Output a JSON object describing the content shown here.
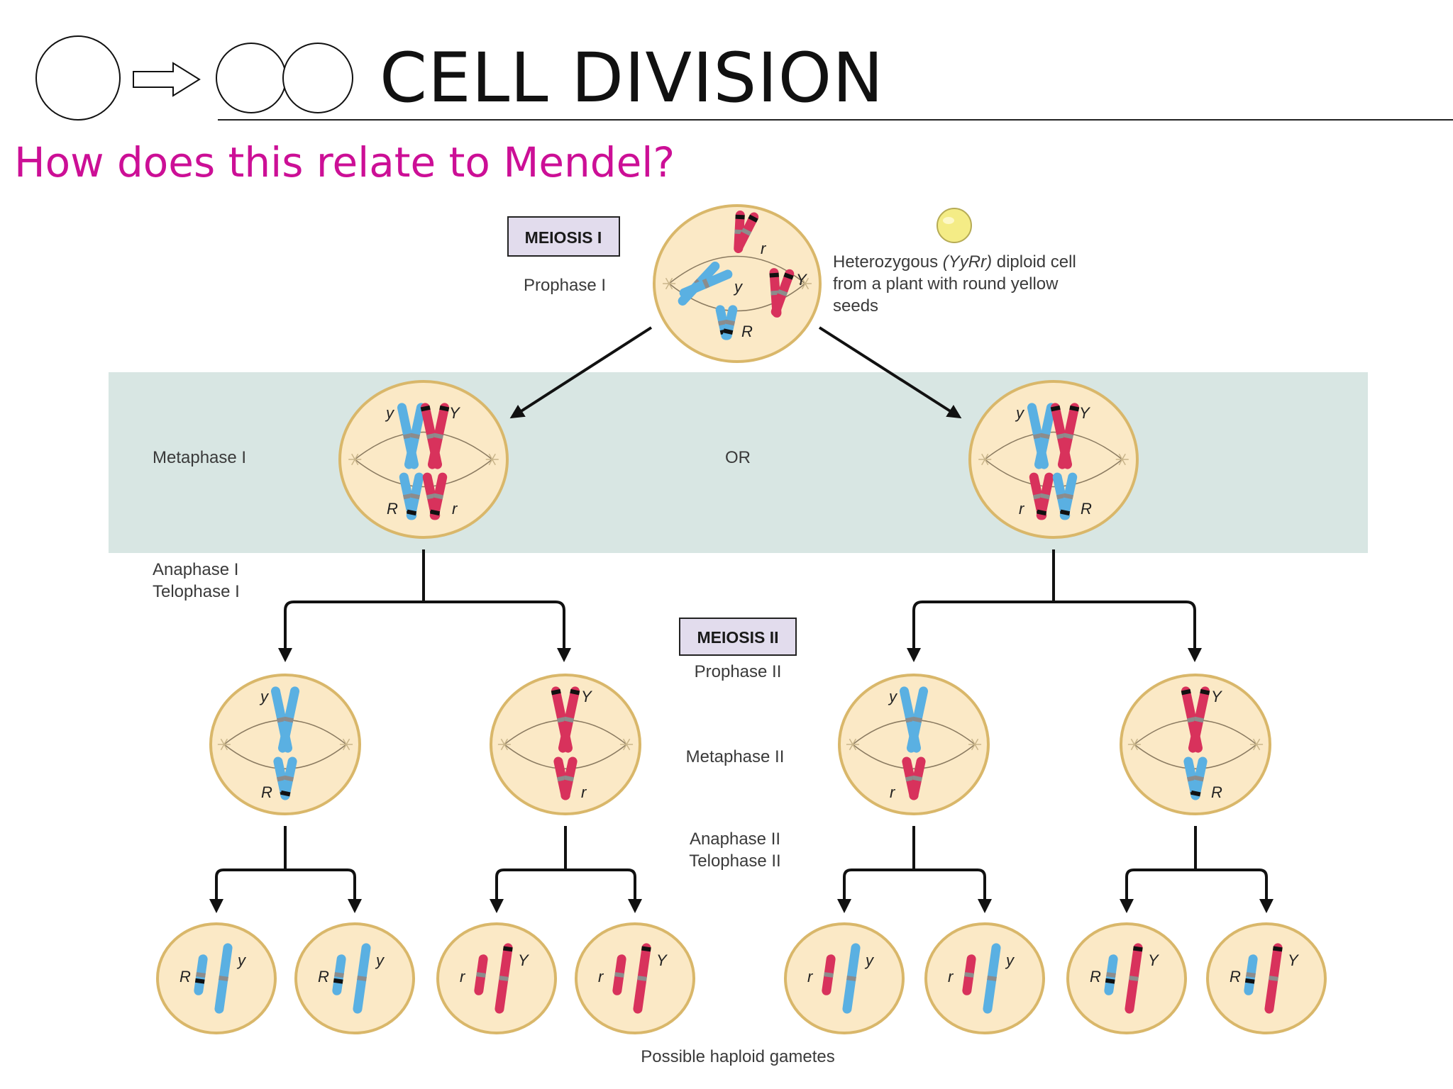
{
  "header": {
    "title": "CELL DIVISION",
    "subtitle": "How does this relate to Mendel?"
  },
  "diagram": {
    "meiosis_1_label": "MEIOSIS I",
    "meiosis_2_label": "MEIOSIS II",
    "prophase_1": "Prophase I",
    "metaphase_1": "Metaphase I",
    "anaphase_1": "Anaphase I",
    "telophase_1": "Telophase I",
    "or_label": "OR",
    "prophase_2": "Prophase II",
    "metaphase_2": "Metaphase II",
    "anaphase_2": "Anaphase II",
    "telophase_2": "Telophase II",
    "diploid_caption_line1_pre": "Heterozygous ",
    "diploid_caption_line1_italic": "(YyRr)",
    "diploid_caption_line1_post": " diploid cell",
    "diploid_caption_line2": "from a plant with round yellow",
    "diploid_caption_line3": "seeds",
    "gametes_label": "Possible haploid gametes",
    "alleles": {
      "Y": "Y",
      "y": "y",
      "R": "R",
      "r": "r"
    }
  },
  "colors": {
    "subtitle": "#cc0f96",
    "band": "#d8e6e3",
    "cell_fill": "#fbe9c6",
    "cell_stroke": "#d9b76a",
    "blue_chromosome": "#5ab0e2",
    "red_chromosome": "#d8325c",
    "meiosis_box": "#e2dced"
  }
}
